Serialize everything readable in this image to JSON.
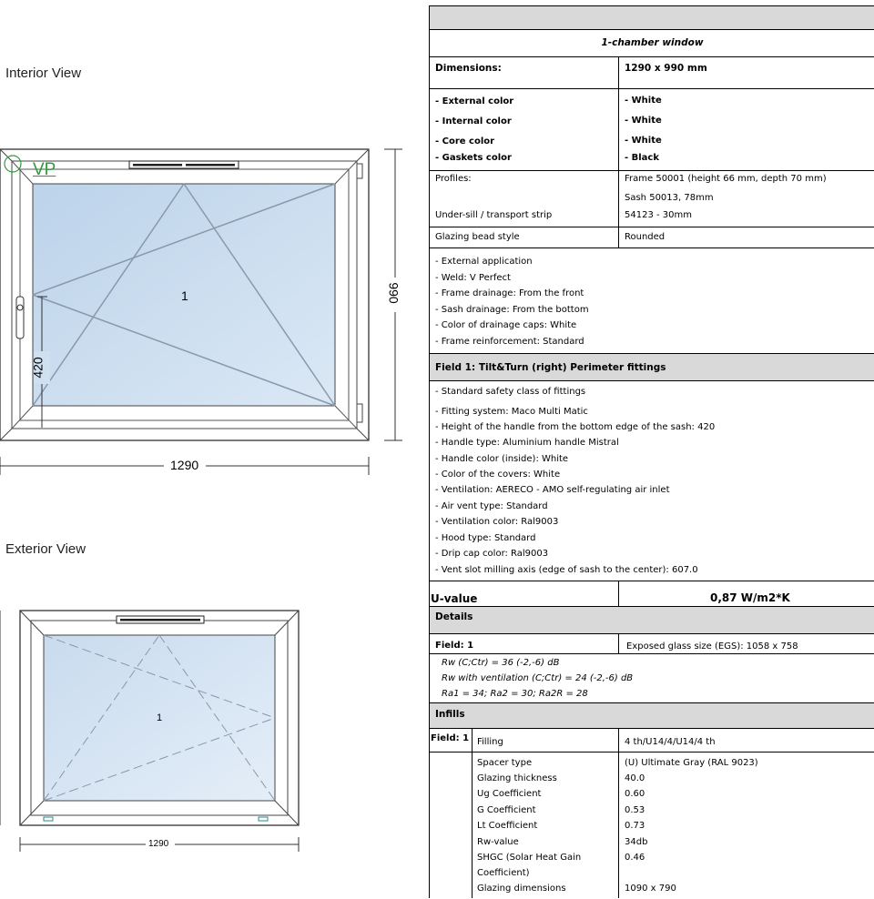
{
  "views": {
    "interior_label": "Interior View",
    "exterior_label": "Exterior View",
    "vp_mark": "VP",
    "field_number": "1",
    "width_dim": "1290",
    "height_dim": "990",
    "handle_height_dim": "420"
  },
  "spec": {
    "window_type": "1-chamber window",
    "dimensions_label": "Dimensions:",
    "dimensions_value": "1290 x 990 mm",
    "colors": [
      {
        "label": "- External color",
        "value": "- White"
      },
      {
        "label": "- Internal color",
        "value": "- White"
      },
      {
        "label": "- Core color",
        "value": "- White"
      },
      {
        "label": "- Gaskets color",
        "value": "- Black"
      }
    ],
    "profiles_label": "Profiles:",
    "profiles_frame": "Frame 50001 (height 66 mm, depth 70 mm)",
    "profiles_sash": "Sash 50013,  78mm",
    "undersill_label": "Under-sill / transport strip",
    "undersill_value": "54123 - 30mm",
    "bead_label": "Glazing bead style",
    "bead_value": "Rounded",
    "general": [
      "- External application",
      "- Weld: V Perfect",
      "- Frame drainage: From the front",
      "- Sash drainage: From the bottom",
      "- Color of drainage caps: White",
      "- Frame reinforcement: Standard"
    ],
    "field1_header": "Field 1: Tilt&Turn (right) Perimeter fittings",
    "fittings": [
      "- Standard safety class of fittings",
      "- Fitting system: Maco Multi Matic",
      "- Height of the handle from the bottom edge of the sash: 420",
      "- Handle type: Aluminium handle Mistral",
      "- Handle color (inside): White",
      "- Color of the covers: White",
      "- Ventilation: AERECO - AMO self-regulating air inlet",
      "- Air vent type: Standard",
      "- Ventilation color: Ral9003",
      "- Hood type: Standard",
      "- Drip cap color: Ral9003",
      "- Vent slot milling axis (edge of sash to the center): 607.0"
    ],
    "uvalue_label": "U-value",
    "uvalue_value": "0,87 W/m2*K",
    "details_header": "Details",
    "field_label": "Field: 1",
    "egs": "Exposed glass size (EGS): 1058 x 758",
    "acoustic": [
      "Rw (C;Ctr) = 36 (-2,-6) dB",
      "Rw with ventilation (C;Ctr) = 24 (-2,-6) dB",
      "Ra1 = 34; Ra2 = 30; Ra2R = 28"
    ],
    "infills_header": "Infills",
    "infill_field": "Field: 1",
    "filling_label": "Filling",
    "filling_value": "4 th/U14/4/U14/4 th",
    "infill_rows": [
      {
        "label": "Spacer type",
        "value": "(U) Ultimate Gray (RAL 9023)"
      },
      {
        "label": "Glazing thickness",
        "value": "40.0"
      },
      {
        "label": "Ug Coefficient",
        "value": "0.60"
      },
      {
        "label": "G Coefficient",
        "value": "0.53"
      },
      {
        "label": "Lt Coefficient",
        "value": "0.73"
      },
      {
        "label": "Rw-value",
        "value": "34db"
      },
      {
        "label": "SHGC (Solar Heat Gain",
        "value": "0.46"
      },
      {
        "label": "Coefficient)",
        "value": ""
      },
      {
        "label": "Glazing dimensions",
        "value": "1090 x 790"
      }
    ]
  }
}
